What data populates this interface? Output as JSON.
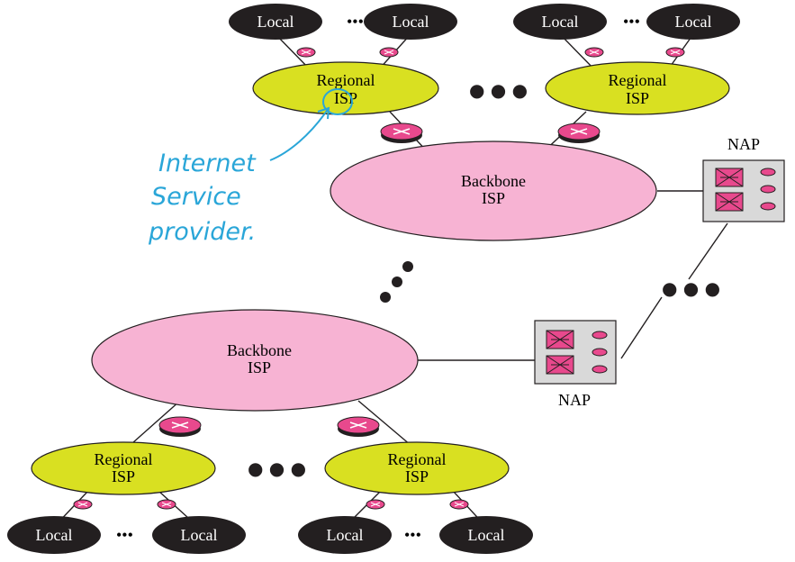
{
  "labels": {
    "local": "Local",
    "regional_line1": "Regional",
    "regional_line2": "ISP",
    "backbone_line1": "Backbone",
    "backbone_line2": "ISP",
    "nap": "NAP",
    "ellipsis_small": "•••",
    "ellipsis_big": "● ● ●"
  },
  "annotation": {
    "line1": "Internet",
    "line2": "Service",
    "line3": "provider."
  },
  "colors": {
    "regional_fill": "#d9e021",
    "backbone_fill": "#f7b3d3",
    "local_fill": "#231f20",
    "router_fill": "#e8498d",
    "nap_fill": "#d9d9d9",
    "annotation_ink": "#2aa6d8"
  }
}
